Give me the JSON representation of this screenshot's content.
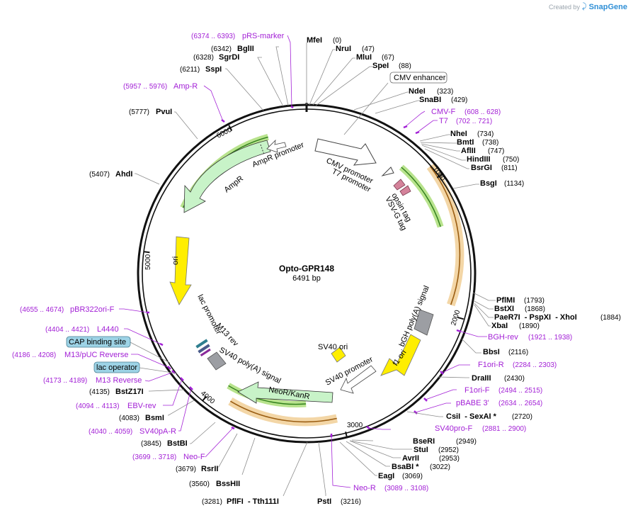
{
  "credit": {
    "prefix": "Created by",
    "brand": "SnapGene"
  },
  "plasmid": {
    "name": "Opto-GPR148",
    "length_label": "6491 bp",
    "length": 6491
  },
  "ticks": [
    "1000",
    "2000",
    "3000",
    "4000",
    "5000",
    "6000"
  ],
  "enzymes": [
    {
      "name": "MfeI",
      "pos": "(0)"
    },
    {
      "name": "NruI",
      "pos": "(47)"
    },
    {
      "name": "MluI",
      "pos": "(67)"
    },
    {
      "name": "SpeI",
      "pos": "(88)"
    },
    {
      "name": "NdeI",
      "pos": "(323)"
    },
    {
      "name": "SnaBI",
      "pos": "(429)"
    },
    {
      "name": "NheI",
      "pos": "(734)"
    },
    {
      "name": "BmtI",
      "pos": "(738)"
    },
    {
      "name": "AflII",
      "pos": "(747)"
    },
    {
      "name": "HindIII",
      "pos": "(750)"
    },
    {
      "name": "BsrGI",
      "pos": "(811)"
    },
    {
      "name": "BsgI",
      "pos": "(1134)"
    },
    {
      "name": "PflMI",
      "pos": "(1793)"
    },
    {
      "name": "BstXI",
      "pos": "(1868)"
    },
    {
      "name": "PaeR7I  - PspXI  - XhoI",
      "pos": "(1884)"
    },
    {
      "name": "XbaI",
      "pos": "(1890)"
    },
    {
      "name": "BbsI",
      "pos": "(2116)"
    },
    {
      "name": "DraIII",
      "pos": "(2430)"
    },
    {
      "name": "CsiI  - SexAI *",
      "pos": "(2720)"
    },
    {
      "name": "BseRI",
      "pos": "(2949)"
    },
    {
      "name": "StuI",
      "pos": "(2952)"
    },
    {
      "name": "AvrII",
      "pos": "(2953)"
    },
    {
      "name": "BsaBI *",
      "pos": "(3022)"
    },
    {
      "name": "EagI",
      "pos": "(3069)"
    },
    {
      "name": "PstI",
      "pos": "(3216)"
    },
    {
      "name": "PflFI  - Tth111I",
      "pos": "(3281)"
    },
    {
      "name": "BssHII",
      "pos": "(3560)"
    },
    {
      "name": "RsrII",
      "pos": "(3679)"
    },
    {
      "name": "BstBI",
      "pos": "(3845)"
    },
    {
      "name": "BsmI",
      "pos": "(4083)"
    },
    {
      "name": "BstZ17I",
      "pos": "(4135)"
    },
    {
      "name": "AhdI",
      "pos": "(5407)"
    },
    {
      "name": "PvuI",
      "pos": "(5777)"
    },
    {
      "name": "SspI",
      "pos": "(6211)"
    },
    {
      "name": "SgrDI",
      "pos": "(6328)"
    },
    {
      "name": "BglII",
      "pos": "(6342)"
    }
  ],
  "primers": [
    {
      "name": "pRS-marker",
      "pos": "(6374 .. 6393)"
    },
    {
      "name": "Amp-R",
      "pos": "(5957 .. 5976)"
    },
    {
      "name": "CMV-F",
      "pos": "(608 .. 628)"
    },
    {
      "name": "T7",
      "pos": "(702 .. 721)"
    },
    {
      "name": "BGH-rev",
      "pos": "(1921 .. 1938)"
    },
    {
      "name": "F1ori-R",
      "pos": "(2284 .. 2303)"
    },
    {
      "name": "F1ori-F",
      "pos": "(2494 .. 2515)"
    },
    {
      "name": "pBABE 3'",
      "pos": "(2634 .. 2654)"
    },
    {
      "name": "SV40pro-F",
      "pos": "(2881 .. 2900)"
    },
    {
      "name": "Neo-R",
      "pos": "(3089 .. 3108)"
    },
    {
      "name": "Neo-F",
      "pos": "(3699 .. 3718)"
    },
    {
      "name": "SV40pA-R",
      "pos": "(4040 .. 4059)"
    },
    {
      "name": "EBV-rev",
      "pos": "(4094 .. 4113)"
    },
    {
      "name": "M13 Reverse",
      "pos": "(4173 .. 4189)"
    },
    {
      "name": "M13/pUC Reverse",
      "pos": "(4186 .. 4208)"
    },
    {
      "name": "L4440",
      "pos": "(4404 .. 4421)"
    },
    {
      "name": "pBR322ori-F",
      "pos": "(4655 .. 4674)"
    }
  ],
  "callouts": [
    "CMV enhancer",
    "CAP binding site",
    "lac operator"
  ],
  "features": {
    "cmv_promoter": "CMV promoter",
    "t7_promoter": "T7 promoter",
    "opsin_tag": "opsin tag",
    "vsvg_tag": "VSV-G tag",
    "bgh": "bGH poly(A) signal",
    "f1ori": "f1 ori",
    "sv40_promoter": "SV40 promoter",
    "sv40_ori": "SV40 ori",
    "neo": "NeoR/KanR",
    "sv40pa": "SV40 poly(A) signal",
    "m13rev": "M13 rev",
    "lac_promoter": "lac promoter",
    "ori": "ori",
    "ampr": "AmpR",
    "ampr_promoter": "AmpR promoter"
  },
  "colors": {
    "enzyme": "#000000",
    "primer": "#a321d6",
    "orf_band": "#f3d6a6",
    "orf_line": "#9a5d12",
    "green_band": "#b8e38d",
    "green_line": "#2e7d1a",
    "ori": "#ffee00",
    "ampr_fill": "#c8f3c8",
    "callout_blue": "#9dd3e6",
    "gray_feature": "#9c9ea3"
  }
}
